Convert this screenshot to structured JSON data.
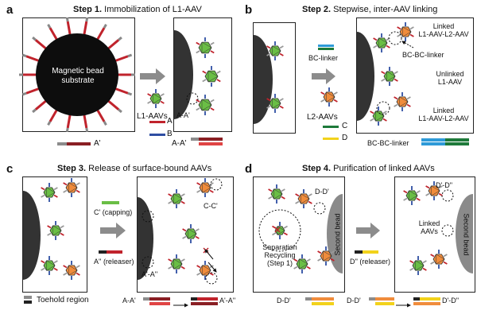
{
  "colors": {
    "green": "#6abe45",
    "orange": "#f08c3c",
    "red": "#c0232c",
    "blue": "#2e4ea2",
    "dark_green": "#1e7a3a",
    "yellow": "#f2d21b",
    "gray": "#9a9a9a",
    "bead": "#0d0d0d"
  },
  "panel_a": {
    "letter": "a",
    "title_bold": "Step 1.",
    "title_rest": " Immobilization of L1-AAV",
    "bead_label_1": "Magnetic bead",
    "bead_label_2": "substrate",
    "l1_aavs": "L1-AAVs",
    "legend_a": "A",
    "legend_b": "B",
    "a_a_prime": "A-A'",
    "a_prime": "A'",
    "a_a_prime_bottom": "A-A'"
  },
  "panel_b": {
    "letter": "b",
    "title_bold": "Step 2.",
    "title_rest": " Stepwise, inter-AAV linking",
    "bc_linker": "BC-linker",
    "l2_aavs": "L2-AAVs",
    "legend_c": "C",
    "legend_d": "D",
    "linked_top_1": "Linked",
    "linked_top_2": "L1-AAV-L2-AAV",
    "bc_bc_linker_inner": "BC-BC-linker",
    "unlinked_1": "Unlinked",
    "unlinked_2": "L1-AAV",
    "linked_bot_1": "Linked",
    "linked_bot_2": "L1-AAV-L2-AAV",
    "bc_bc_linker_bottom": "BC-BC-linker"
  },
  "panel_c": {
    "letter": "c",
    "title_bold": "Step 3.",
    "title_rest": " Release of surface-bound AAVs",
    "capping": "C' (capping)",
    "releaser": "A'' (releaser)",
    "c_c_prime": "C-C'",
    "a_prime_a_dprime": "A'-A''",
    "toehold": "Toehold region",
    "eq_left": "A-A'",
    "eq_right": "A'-A''"
  },
  "panel_d": {
    "letter": "d",
    "title_bold": "Step 4.",
    "title_rest": " Purification of linked AAVs",
    "d_d_prime": "D-D'",
    "separation_1": "Separation",
    "separation_2": "Recycling",
    "separation_3": "(Step 1)",
    "second_bead_left": "Second bead",
    "releaser": "D'' (releaser)",
    "d_prime_d_dprime": "D'-D''",
    "linked_aavs_1": "Linked",
    "linked_aavs_2": "AAVs",
    "second_bead_right": "Second bead",
    "eq_a": "D-D'",
    "eq_b": "D-D'",
    "eq_c": "D'-D''"
  }
}
